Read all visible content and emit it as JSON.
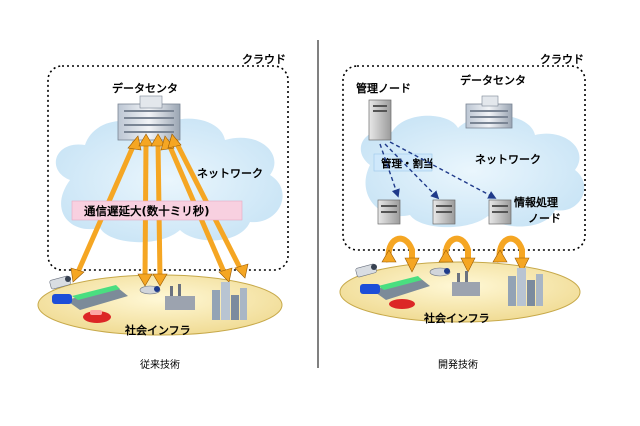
{
  "left": {
    "cloud_label": "クラウド",
    "datacenter_label": "データセンタ",
    "network_label": "ネットワーク",
    "latency_label": "通信遅延大(数十ミリ秒)",
    "infra_label": "社会インフラ",
    "caption": "従来技術"
  },
  "right": {
    "cloud_label": "クラウド",
    "mgmt_node_label": "管理ノード",
    "datacenter_label": "データセンタ",
    "mgmt_assign_label": "管理・割当",
    "network_label": "ネットワーク",
    "proc_node_label_1": "情報処理",
    "proc_node_label_2": "ノード",
    "infra_label": "社会インフラ",
    "caption": "開発技術"
  },
  "colors": {
    "arrow_orange": "#f5a623",
    "arrow_outline": "#9a5a00",
    "cloud_fill": "#d6ecfa",
    "infra_fill": "#f7e9b4",
    "latency_box": "#f8d0e0",
    "assign_box": "#cfe8fb",
    "dashed_arrow": "#1f3a8a"
  }
}
